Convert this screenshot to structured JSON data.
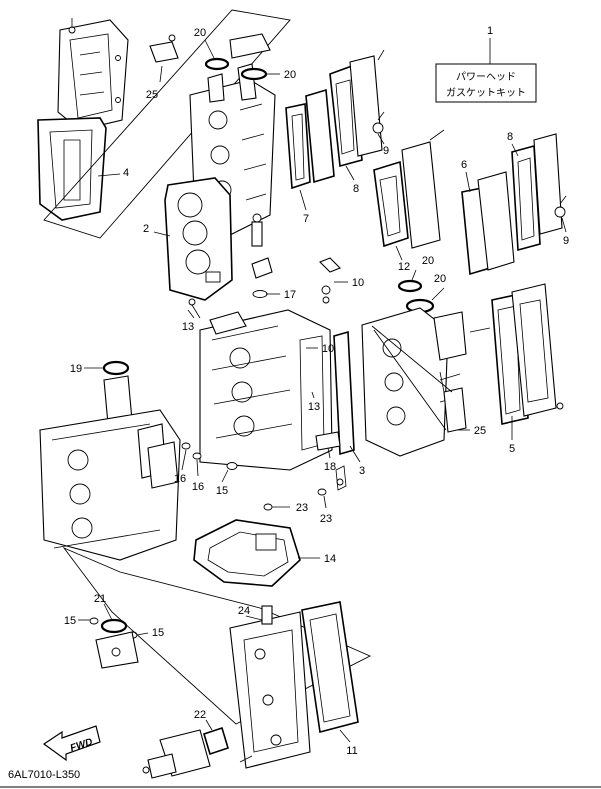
{
  "kit": {
    "line1": "パワーヘッド",
    "line2": "ガスケットキット"
  },
  "fwd": "FWD",
  "code": "6AL7010-L350",
  "callouts": [
    "1",
    "2",
    "3",
    "4",
    "5",
    "6",
    "7",
    "8",
    "8",
    "9",
    "9",
    "10",
    "10",
    "11",
    "12",
    "13",
    "13",
    "14",
    "15",
    "15",
    "15",
    "16",
    "16",
    "17",
    "18",
    "19",
    "20",
    "20",
    "20",
    "20",
    "21",
    "22",
    "23",
    "23",
    "24",
    "25",
    "25"
  ]
}
